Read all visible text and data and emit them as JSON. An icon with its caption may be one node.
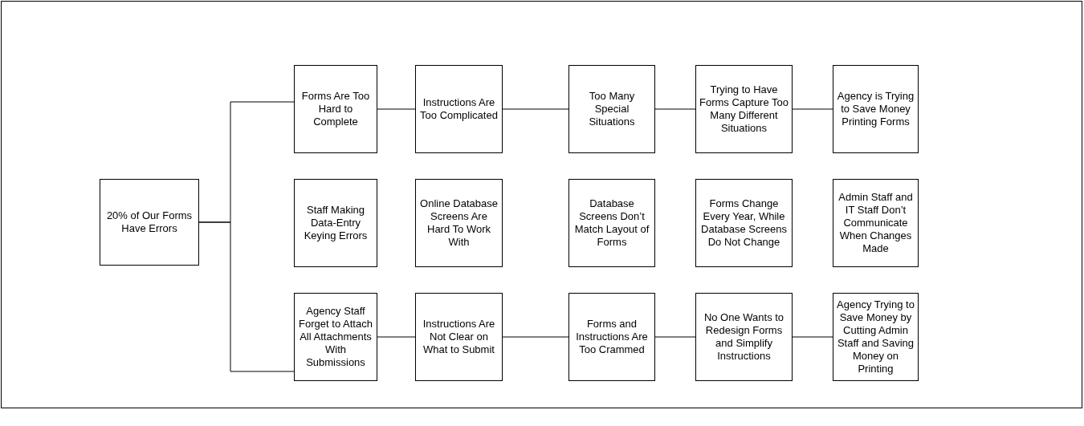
{
  "diagram": {
    "nodes": [
      {
        "text": [
          "20% of Our Forms Have Errors"
        ]
      },
      {
        "text": [
          "Forms Are Too Hard to Complete"
        ]
      },
      {
        "text": [
          "Instructions Are Too Complicated"
        ]
      },
      {
        "text": [
          "Too Many Special Situations"
        ]
      },
      {
        "text": [
          "Trying to Have Forms Capture Too Many Different Situations"
        ]
      },
      {
        "text": [
          "Agency is Trying to Save Money Printing Forms"
        ]
      },
      {
        "text": [
          "Staff Making Data-Entry Keying Errors"
        ]
      },
      {
        "text": [
          "Online Database Screens Are Hard To Work With"
        ]
      },
      {
        "text": [
          "Database Screens Don’t Match Layout of Forms"
        ]
      },
      {
        "text": [
          "Forms Change Every Year, While Database Screens Do Not Change"
        ]
      },
      {
        "text": [
          "Admin Staff and IT Staff Don’t Communicate When Changes Made"
        ]
      },
      {
        "text": [
          "Agency Staff Forget to Attach All Attachments With Submissions"
        ]
      },
      {
        "text": [
          "Instructions Are Not Clear on What to Submit"
        ]
      },
      {
        "text": [
          "Forms and Instructions Are Too Crammed"
        ]
      },
      {
        "text": [
          "No One Wants to Redesign Forms and Simplify Instructions"
        ]
      },
      {
        "text": [
          "Agency Trying to Save Money by Cutting Admin Staff and Saving Money on Printing"
        ]
      }
    ],
    "edges": [
      {
        "from": 0,
        "to": 1,
        "arrow": "none"
      },
      {
        "from": 0,
        "to": 11,
        "arrow": "none"
      },
      {
        "from": 1,
        "to": 2,
        "arrow": "none"
      },
      {
        "from": 2,
        "to": 3,
        "arrow": "none"
      },
      {
        "from": 3,
        "to": 4,
        "arrow": "none"
      },
      {
        "from": 4,
        "to": 5,
        "arrow": "none"
      },
      {
        "from": 11,
        "to": 12,
        "arrow": "none"
      },
      {
        "from": 12,
        "to": 13,
        "arrow": "none"
      },
      {
        "from": 13,
        "to": 14,
        "arrow": "none"
      },
      {
        "from": 14,
        "to": 15,
        "arrow": "none"
      }
    ]
  }
}
